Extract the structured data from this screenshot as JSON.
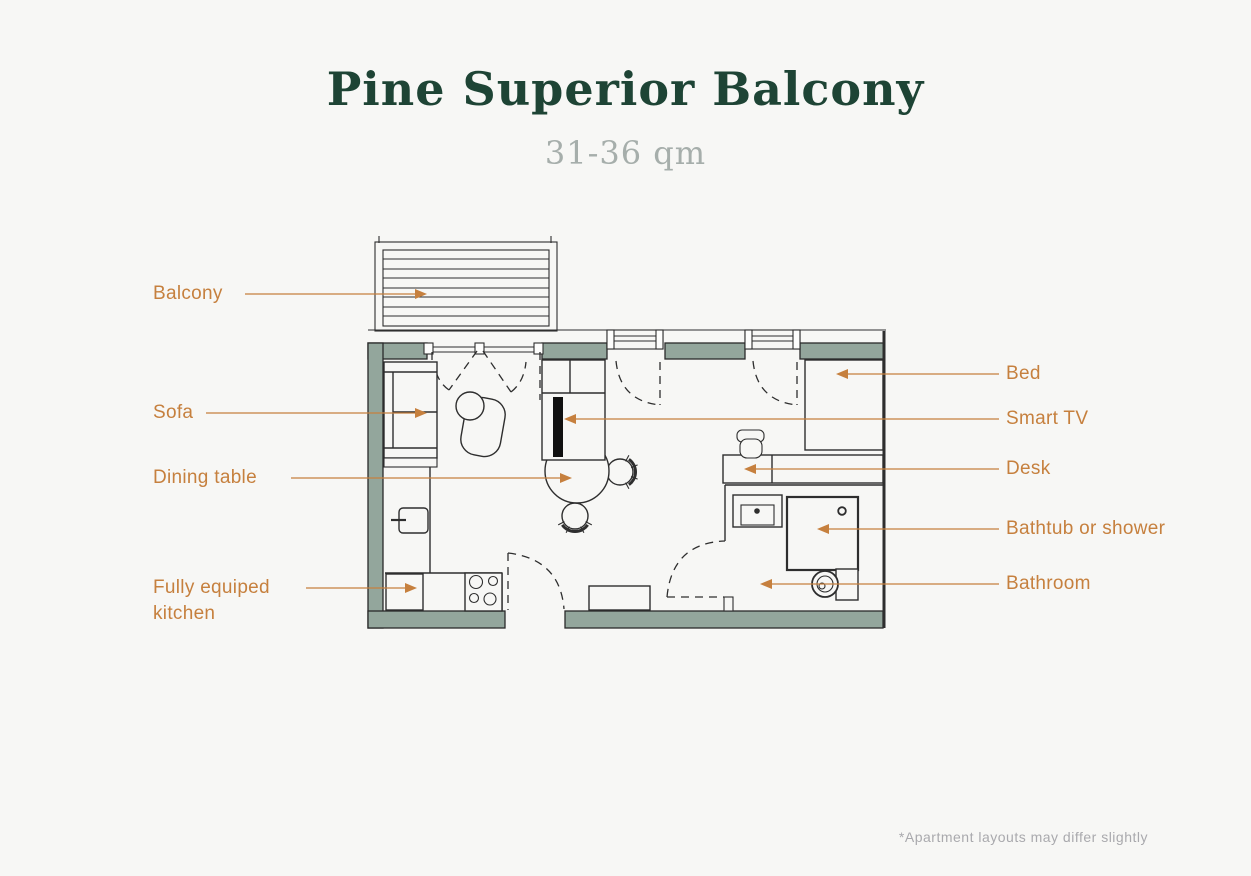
{
  "theme": {
    "background": "#f7f7f5",
    "title_color": "#1e4435",
    "subtitle_color": "#a6aeab",
    "accent_color": "#c6803e",
    "wall_color": "#93a69c",
    "line_color": "#2e2e2e",
    "footnote_color": "#a9a9ad",
    "tv_color": "#101010"
  },
  "header": {
    "title": "Pine Superior Balcony",
    "subtitle": "31-36 qm"
  },
  "annotations": {
    "left": [
      {
        "id": "balcony",
        "text": "Balcony"
      },
      {
        "id": "sofa",
        "text": "Sofa"
      },
      {
        "id": "dining-table",
        "text": "Dining table"
      },
      {
        "id": "kitchen",
        "text": "Fully equiped kitchen"
      }
    ],
    "right": [
      {
        "id": "bed",
        "text": "Bed"
      },
      {
        "id": "smart-tv",
        "text": "Smart TV"
      },
      {
        "id": "desk",
        "text": "Desk"
      },
      {
        "id": "bathtub",
        "text": "Bathtub or shower"
      },
      {
        "id": "bathroom",
        "text": "Bathroom"
      }
    ]
  },
  "footnote": "*Apartment layouts may differ slightly",
  "plan": {
    "elements": [
      "balcony",
      "balcony-door",
      "windows",
      "sofa",
      "armchair",
      "tv-unit",
      "smart-tv",
      "dining-table",
      "dining-chairs",
      "kitchen-counter",
      "kitchen-sink",
      "stove",
      "kitchen-cabinet",
      "entry-door",
      "sideboard",
      "bed",
      "desk",
      "desk-chair",
      "bathroom-sink",
      "shower",
      "toilet",
      "bathroom-door"
    ]
  }
}
